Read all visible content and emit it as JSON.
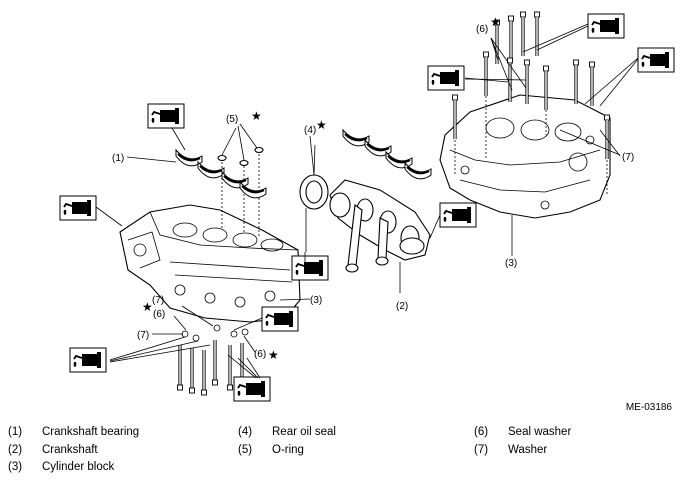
{
  "callouts": {
    "c1": "(1)",
    "c2": "(2)",
    "c3a": "(3)",
    "c3b": "(3)",
    "c4": "(4)",
    "c5": "(5)",
    "c6a": "(6)",
    "c6b": "(6)",
    "c6c": "(6)",
    "c7a": "(7)",
    "c7b": "(7)",
    "c7c": "(7)"
  },
  "star_symbol": "★",
  "figure_id": "ME-03186",
  "legend": {
    "items": [
      {
        "num": "(1)",
        "label": "Crankshaft bearing"
      },
      {
        "num": "(2)",
        "label": "Crankshaft"
      },
      {
        "num": "(3)",
        "label": "Cylinder block"
      },
      {
        "num": "(4)",
        "label": "Rear oil seal"
      },
      {
        "num": "(5)",
        "label": "O-ring"
      },
      {
        "num": "(6)",
        "label": "Seal washer"
      },
      {
        "num": "(7)",
        "label": "Washer"
      }
    ]
  },
  "icons": {
    "oil_can": "oil-can-icon"
  }
}
